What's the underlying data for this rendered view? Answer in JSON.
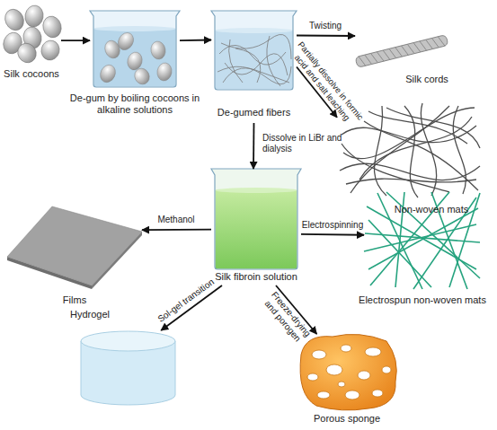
{
  "diagram": {
    "nodes": [
      {
        "text": [
          "Silk cocoons"
        ]
      },
      {
        "text": [
          "De-gum by boiling cocoons in alkaline solutions"
        ]
      },
      {
        "text": [
          "De-gumed fibers"
        ]
      },
      {
        "text": [
          "Silk cords"
        ]
      },
      {
        "text": [
          "Non-woven mats"
        ]
      },
      {
        "text": [
          "Silk fibroin solution"
        ]
      },
      {
        "text": [
          "Electrospun non-woven mats"
        ]
      },
      {
        "text": [
          "Films"
        ]
      },
      {
        "text": [
          "Hydrogel"
        ]
      },
      {
        "text": [
          "Porous sponge"
        ]
      }
    ],
    "edges": [
      {
        "from": 0,
        "to": 1,
        "arrow": "to"
      },
      {
        "from": 1,
        "to": 2,
        "arrow": "to"
      },
      {
        "from": 2,
        "to": 3,
        "label": "Twisting",
        "arrow": "to"
      },
      {
        "from": 2,
        "to": 4,
        "label": "Partially dissolve in formic acid and salt leaching",
        "arrow": "to"
      },
      {
        "from": 2,
        "to": 5,
        "label": "Dissolve in LiBr and dialysis",
        "arrow": "to"
      },
      {
        "from": 5,
        "to": 7,
        "label": "Methanol",
        "arrow": "to"
      },
      {
        "from": 5,
        "to": 6,
        "label": "Electrospinning",
        "arrow": "to"
      },
      {
        "from": 5,
        "to": 8,
        "label": "Sol-gel transition",
        "arrow": "to"
      },
      {
        "from": 5,
        "to": 9,
        "label": "Freeze-drying and porogen",
        "arrow": "to"
      }
    ]
  }
}
